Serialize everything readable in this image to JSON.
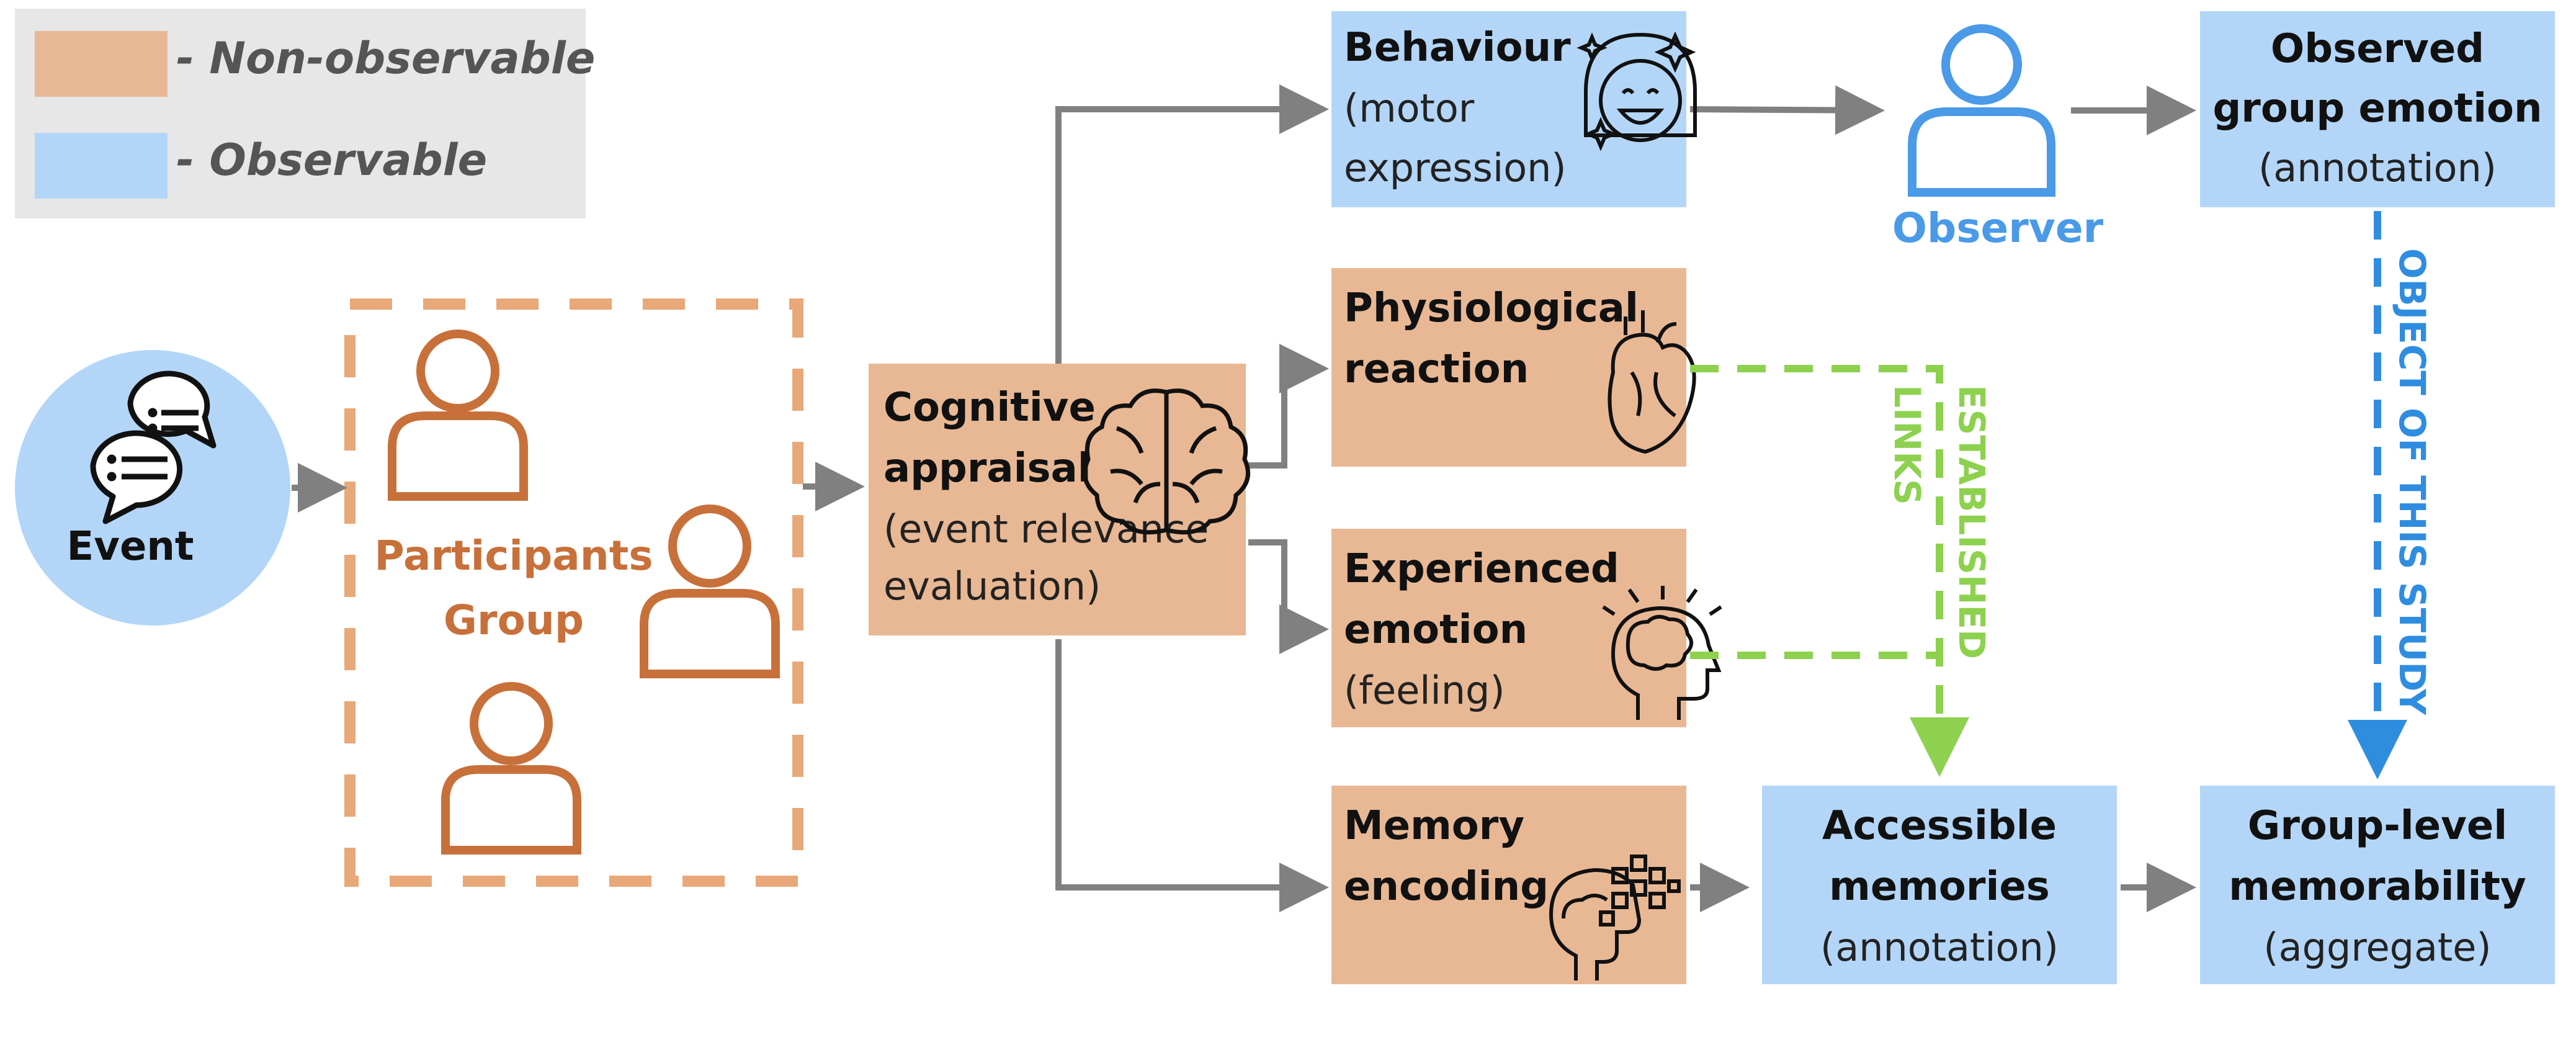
{
  "colors": {
    "non_observable": "#e8b894",
    "observable": "#b3d6f8",
    "legend_bg": "#e7e7e7",
    "participants": "#c8703a",
    "observer": "#4a9ae8",
    "established": "#8dd14f",
    "object_study": "#2f8de0",
    "arrow": "#808080"
  },
  "legend": {
    "non_observable": "- Non-observable",
    "observable": "- Observable"
  },
  "event": {
    "label": "Event",
    "icon": "chat-bubbles-icon"
  },
  "participants": {
    "line1": "Participants",
    "line2": "Group",
    "icon": "person-outline-icon"
  },
  "cognitive": {
    "title1": "Cognitive",
    "title2": "appraisal",
    "sub1": "(event relevance",
    "sub2": "evaluation)",
    "icon": "brain-icon"
  },
  "behaviour": {
    "title": "Behaviour",
    "sub1": "(motor",
    "sub2": "expression)",
    "icon": "smiling-face-icon"
  },
  "physiological": {
    "title1": "Physiological",
    "title2": "reaction",
    "icon": "heart-icon"
  },
  "experienced": {
    "title1": "Experienced",
    "title2": "emotion",
    "sub": "(feeling)",
    "icon": "head-brain-icon"
  },
  "memory": {
    "title1": "Memory",
    "title2": "encoding",
    "icon": "head-memory-icon"
  },
  "observer": {
    "label": "Observer",
    "icon": "person-outline-icon"
  },
  "observed": {
    "title1": "Observed",
    "title2": "group emotion",
    "sub": "(annotation)"
  },
  "accessible": {
    "title1": "Accessible",
    "title2": "memories",
    "sub": "(annotation)"
  },
  "group_level": {
    "title1": "Group-level",
    "title2": "memorability",
    "sub": "(aggregate)"
  },
  "links": {
    "established1": "ESTABLISHED",
    "established2": "LINKS",
    "object_study": "OBJECT OF THIS STUDY"
  }
}
